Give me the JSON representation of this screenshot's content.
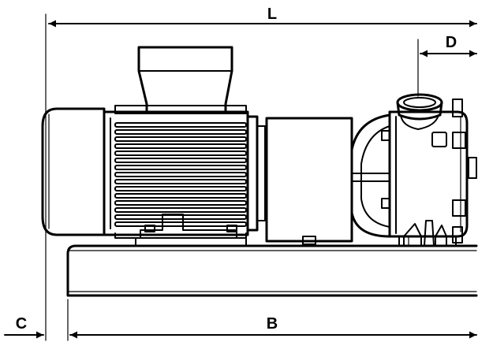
{
  "colors": {
    "line": "#000000",
    "background": "#ffffff"
  },
  "dimensions": {
    "L": "L",
    "D": "D",
    "C": "C",
    "B": "B"
  }
}
